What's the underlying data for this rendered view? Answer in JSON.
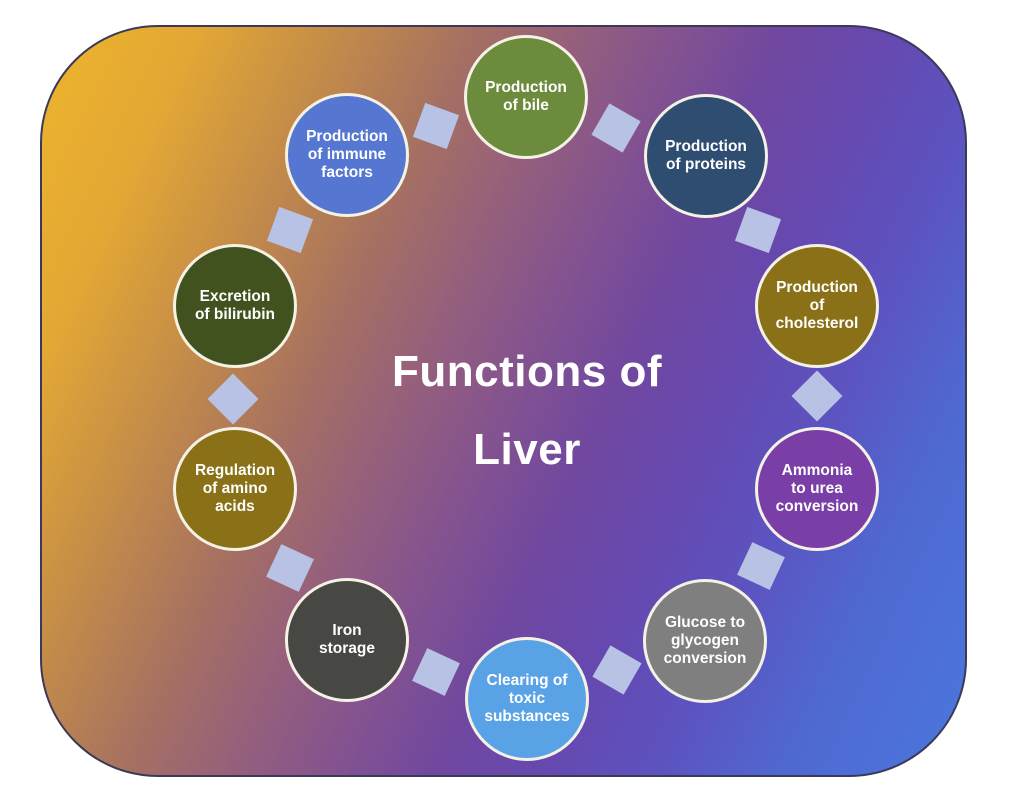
{
  "title": {
    "line1": "Functions of",
    "line2": "Liver",
    "color": "#ffffff"
  },
  "diagram": {
    "nodes": [
      {
        "name": "production-of-bile",
        "label": "Production\nof bile",
        "color": "#6d8b3c"
      },
      {
        "name": "production-of-proteins",
        "label": "Production\nof proteins",
        "color": "#2e4d71"
      },
      {
        "name": "production-of-cholesterol",
        "label": "Production\nof\ncholesterol",
        "color": "#8a7118"
      },
      {
        "name": "ammonia-to-urea-conversion",
        "label": "Ammonia\nto urea\nconversion",
        "color": "#7a3ea7"
      },
      {
        "name": "glucose-to-glycogen-conversion",
        "label": "Glucose to\nglycogen\nconversion",
        "color": "#7f7f7f"
      },
      {
        "name": "clearing-of-toxic-substances",
        "label": "Clearing of\ntoxic\nsubstances",
        "color": "#5aa2e6"
      },
      {
        "name": "iron-storage",
        "label": "Iron\nstorage",
        "color": "#474744"
      },
      {
        "name": "regulation-of-amino-acids",
        "label": "Regulation\nof amino\nacids",
        "color": "#8a7118"
      },
      {
        "name": "excretion-of-bilirubin",
        "label": "Excretion\nof bilirubin",
        "color": "#42521f"
      },
      {
        "name": "production-of-immune-factors",
        "label": "Production\nof immune\nfactors",
        "color": "#5577d1"
      }
    ],
    "node_border_color": "#f4f1e5",
    "node_text_color": "#ffffff",
    "connector_color": "#b7c2e5",
    "background": {
      "gradient_top_left": "#edb42c",
      "gradient_middle": "#84538f",
      "gradient_bottom_right": "#4a77dd",
      "border_color": "#3a3a58"
    }
  }
}
